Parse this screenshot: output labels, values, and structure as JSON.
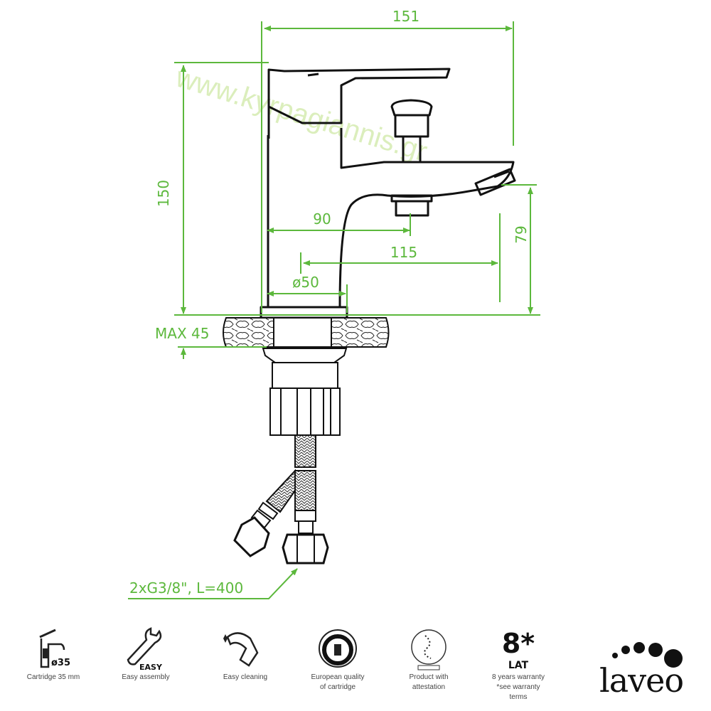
{
  "watermark": "www.kyrpagiannis.gr",
  "dimensions": {
    "width_total": "151",
    "height_total": "150",
    "spout_height": "79",
    "handle_reach": "90",
    "spout_reach": "115",
    "base_diameter": "ø50",
    "max_counter": "MAX 45",
    "hoses": "2xG3/8\", L=400"
  },
  "colors": {
    "dimension": "#5cb83c",
    "line": "#111111",
    "watermark": "#dbeebc"
  },
  "features": [
    {
      "icon": "faucet-cartridge-icon",
      "badge": "ø35",
      "label": "Cartridge 35 mm"
    },
    {
      "icon": "wrench-icon",
      "badge": "EASY",
      "label": "Easy assembly"
    },
    {
      "icon": "cleaning-hand-icon",
      "label": "Easy cleaning"
    },
    {
      "icon": "european-quality-seal-icon",
      "label": "European quality\nof cartridge"
    },
    {
      "icon": "attestation-seal-icon",
      "label": "Product with\nattestation"
    },
    {
      "icon": "warranty-icon",
      "badge": "8*",
      "badge2": "LAT",
      "label": "8 years warranty\n*see warranty\nterms"
    }
  ],
  "logo": {
    "text": "laveo"
  }
}
